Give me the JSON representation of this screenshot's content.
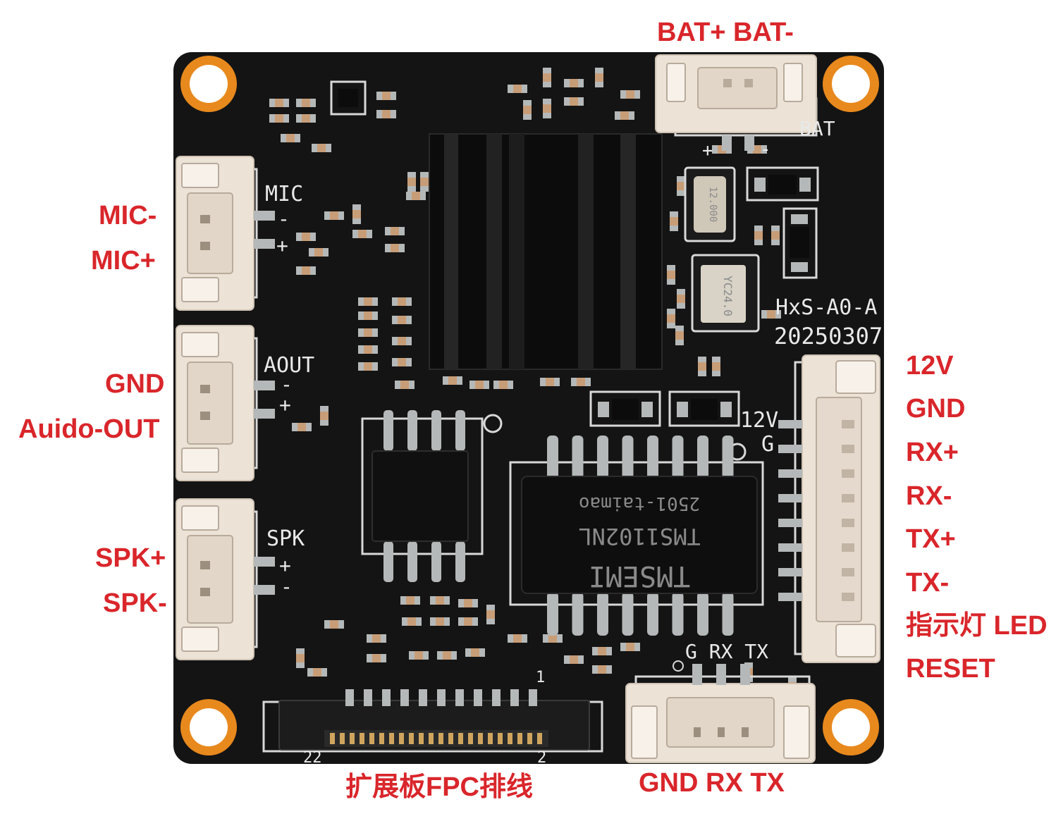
{
  "colors": {
    "pcb": "#141414",
    "pad": "#b5b8b8",
    "mount_ring": "#e8891d",
    "connector": "#ece2d6",
    "label": "#d9262b",
    "silkscreen": "#e9e9e9"
  },
  "labels": {
    "bat": "BAT+ BAT-",
    "mic_minus": "MIC-",
    "mic_plus": "MIC+",
    "gnd_left": "GND",
    "audio_out": "Auido-OUT",
    "spk_plus": "SPK+",
    "spk_minus": "SPK-",
    "pin_12v": "12V",
    "pin_gnd": "GND",
    "pin_rx_plus": "RX+",
    "pin_rx_minus": "RX-",
    "pin_tx_plus": "TX+",
    "pin_tx_minus": "TX-",
    "pin_led": "指示灯 LED",
    "pin_reset": "RESET",
    "fpc": "扩展板FPC排线",
    "uart": "GND RX TX"
  },
  "silkscreen": {
    "mic": "MIC",
    "aout": "AOUT",
    "spk": "SPK",
    "bat": "BAT",
    "board_id": "HxS-A0-A",
    "date": "20250307",
    "v12": "12V",
    "g": "G",
    "uart_pins": "G RX TX",
    "fpc_left": "22",
    "fpc_right": "2",
    "fpc_pin1": "1",
    "plus": "+",
    "minus": "-"
  },
  "chips": {
    "transformer_line1": "TMSEMI",
    "transformer_line2": "TMS1102NL",
    "transformer_line3": "2501-taimao",
    "crystal_1": "12.000",
    "crystal_2": "YC24.0"
  }
}
